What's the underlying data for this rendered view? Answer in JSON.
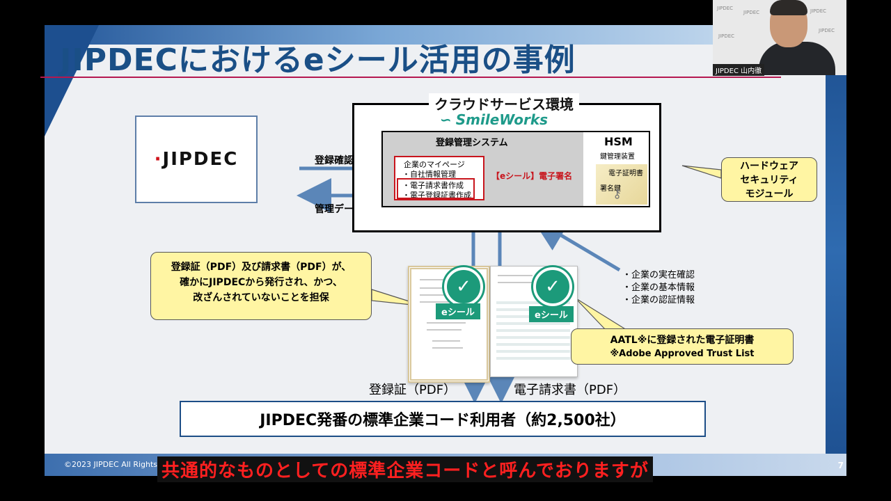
{
  "slide": {
    "title": "JIPDECにおけるeシール活用の事例",
    "copyright": "©2023 JIPDEC All Rights",
    "page_number": "7"
  },
  "diagram": {
    "jipdec_logo": "JIPDEC",
    "arrow_approve": "登録確認／承認",
    "arrow_data": "管理データ",
    "cloud_title": "クラウドサービス環境",
    "smileworks": "SmileWorks",
    "registration_system": "登録管理システム",
    "hsm": "HSM",
    "hsm_device": "鍵管理装置",
    "certificate": "電子証明書",
    "signing_key": "署名鍵",
    "mypage_title": "企業のマイページ",
    "mypage_items": [
      "・自社情報管理",
      "・電子請求書作成",
      "・電子登録証書作成"
    ],
    "eseal_signature": "【eシール】電子署名",
    "hsm_callout": [
      "ハードウェア",
      "セキュリティ",
      "モジュール"
    ],
    "left_callout": [
      "登録証（PDF）及び請求書（PDF）が、",
      "確かにJIPDECから発行され、かつ、",
      "改ざんされていないことを担保"
    ],
    "eseal_label": "eシール",
    "bullets": [
      "・企業の実在確認",
      "・企業の基本情報",
      "・企業の認証情報"
    ],
    "aatl_callout": "AATL※に登録された電子証明書",
    "aatl_note": "※Adobe Approved Trust List",
    "caption_registration": "登録証（PDF）",
    "caption_invoice": "電子請求書（PDF）",
    "bottom_box": "JIPDEC発番の標準企業コード利用者（約2,500社）"
  },
  "subtitle": "共通的なものとしての標準企業コードと呼んでおりますが",
  "webcam": {
    "name": "JIPDEC 山内徹"
  },
  "colors": {
    "title_blue": "#1a4f86",
    "accent_red": "#c8141c",
    "seal_green": "#1c9a7a",
    "callout_yellow": "#fff5a3"
  }
}
